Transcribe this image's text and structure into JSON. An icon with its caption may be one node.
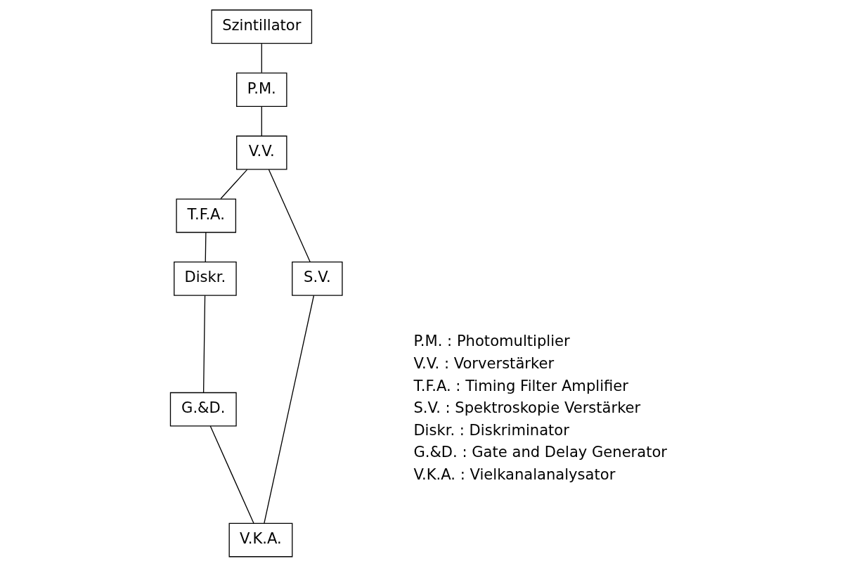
{
  "diagram": {
    "nodes": [
      {
        "text": [
          "Szintillator"
        ]
      },
      {
        "text": [
          "P.M."
        ]
      },
      {
        "text": [
          "V.V."
        ]
      },
      {
        "text": [
          "T.F.A."
        ]
      },
      {
        "text": [
          "S.V."
        ]
      },
      {
        "text": [
          "Diskr."
        ]
      },
      {
        "text": [
          "G.&D."
        ]
      },
      {
        "text": [
          "V.K.A."
        ]
      }
    ],
    "edges": [
      {
        "from": 0,
        "to": 1,
        "arrow": "none"
      },
      {
        "from": 1,
        "to": 2,
        "arrow": "none"
      },
      {
        "from": 2,
        "to": 4,
        "arrow": "none"
      },
      {
        "from": 2,
        "to": 3,
        "arrow": "none"
      },
      {
        "from": 3,
        "to": 5,
        "arrow": "none"
      },
      {
        "from": 5,
        "to": 6,
        "arrow": "none"
      },
      {
        "from": 4,
        "to": 7,
        "arrow": "none"
      },
      {
        "from": 6,
        "to": 7,
        "arrow": "none"
      }
    ],
    "labels": [
      "P.M. : Photomultiplier",
      "V.V. : Vorverstärker",
      "T.F.A. : Timing Filter Amplifier",
      "S.V. : Spektroskopie Verstärker",
      "Diskr. : Diskriminator",
      "G.&D. : Gate and Delay Generator",
      "V.K.A. : Vielkanalanalysator"
    ]
  }
}
